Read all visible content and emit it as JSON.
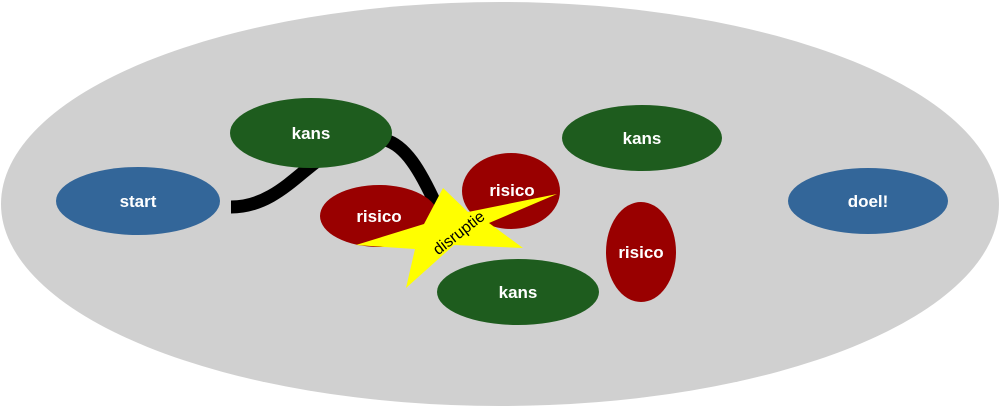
{
  "diagram": {
    "nodes": {
      "start": "start",
      "goal": "doel!",
      "kans_top_left": "kans",
      "kans_top_right": "kans",
      "kans_bottom": "kans",
      "risico_left": "risico",
      "risico_center": "risico",
      "risico_right": "risico"
    },
    "disruption": "disruptie"
  },
  "colors": {
    "background_ellipse": "#d0d0d0",
    "start_goal": "#336699",
    "opportunity": "#1e5c1e",
    "risk": "#990000",
    "disruption": "#ffff00",
    "path": "#000000",
    "label": "#ffffff"
  }
}
